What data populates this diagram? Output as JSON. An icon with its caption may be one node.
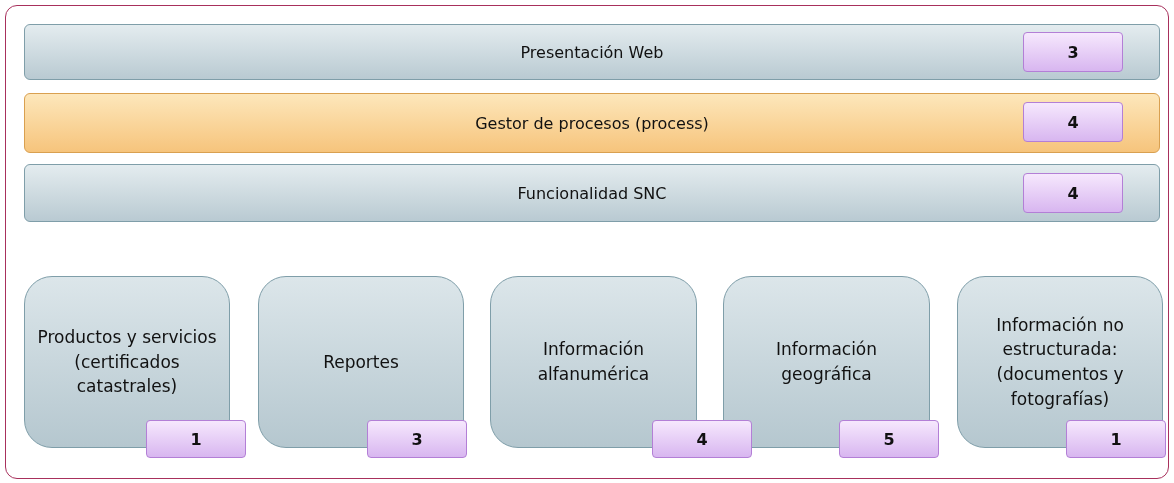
{
  "diagram": {
    "nodes": [
      {
        "text": [],
        "shape": "box"
      },
      {
        "text": [
          "Presentación Web"
        ],
        "in": 0
      },
      {
        "text": [
          "3"
        ],
        "in": 1
      },
      {
        "text": [
          "Gestor de procesos (process)"
        ],
        "in": 0
      },
      {
        "text": [
          "4"
        ],
        "in": 3
      },
      {
        "text": [
          "Funcionalidad SNC"
        ],
        "in": 0
      },
      {
        "text": [
          "4"
        ],
        "in": 5
      },
      {
        "text": [
          "Productos y servicios (certificados catastrales)"
        ],
        "in": 0
      },
      {
        "text": [
          "1"
        ],
        "in": 0
      },
      {
        "text": [
          "Reportes"
        ],
        "in": 0
      },
      {
        "text": [
          "3"
        ],
        "in": 0
      },
      {
        "text": [
          "Información alfanumérica"
        ],
        "in": 0
      },
      {
        "text": [
          "4"
        ],
        "in": 0
      },
      {
        "text": [
          "Información geográfica"
        ],
        "in": 0
      },
      {
        "text": [
          "5"
        ],
        "in": 0
      },
      {
        "text": [
          "Información no estructurada: (documentos y fotografías)"
        ],
        "in": 0
      },
      {
        "text": [
          "1"
        ],
        "in": 0
      }
    ]
  }
}
